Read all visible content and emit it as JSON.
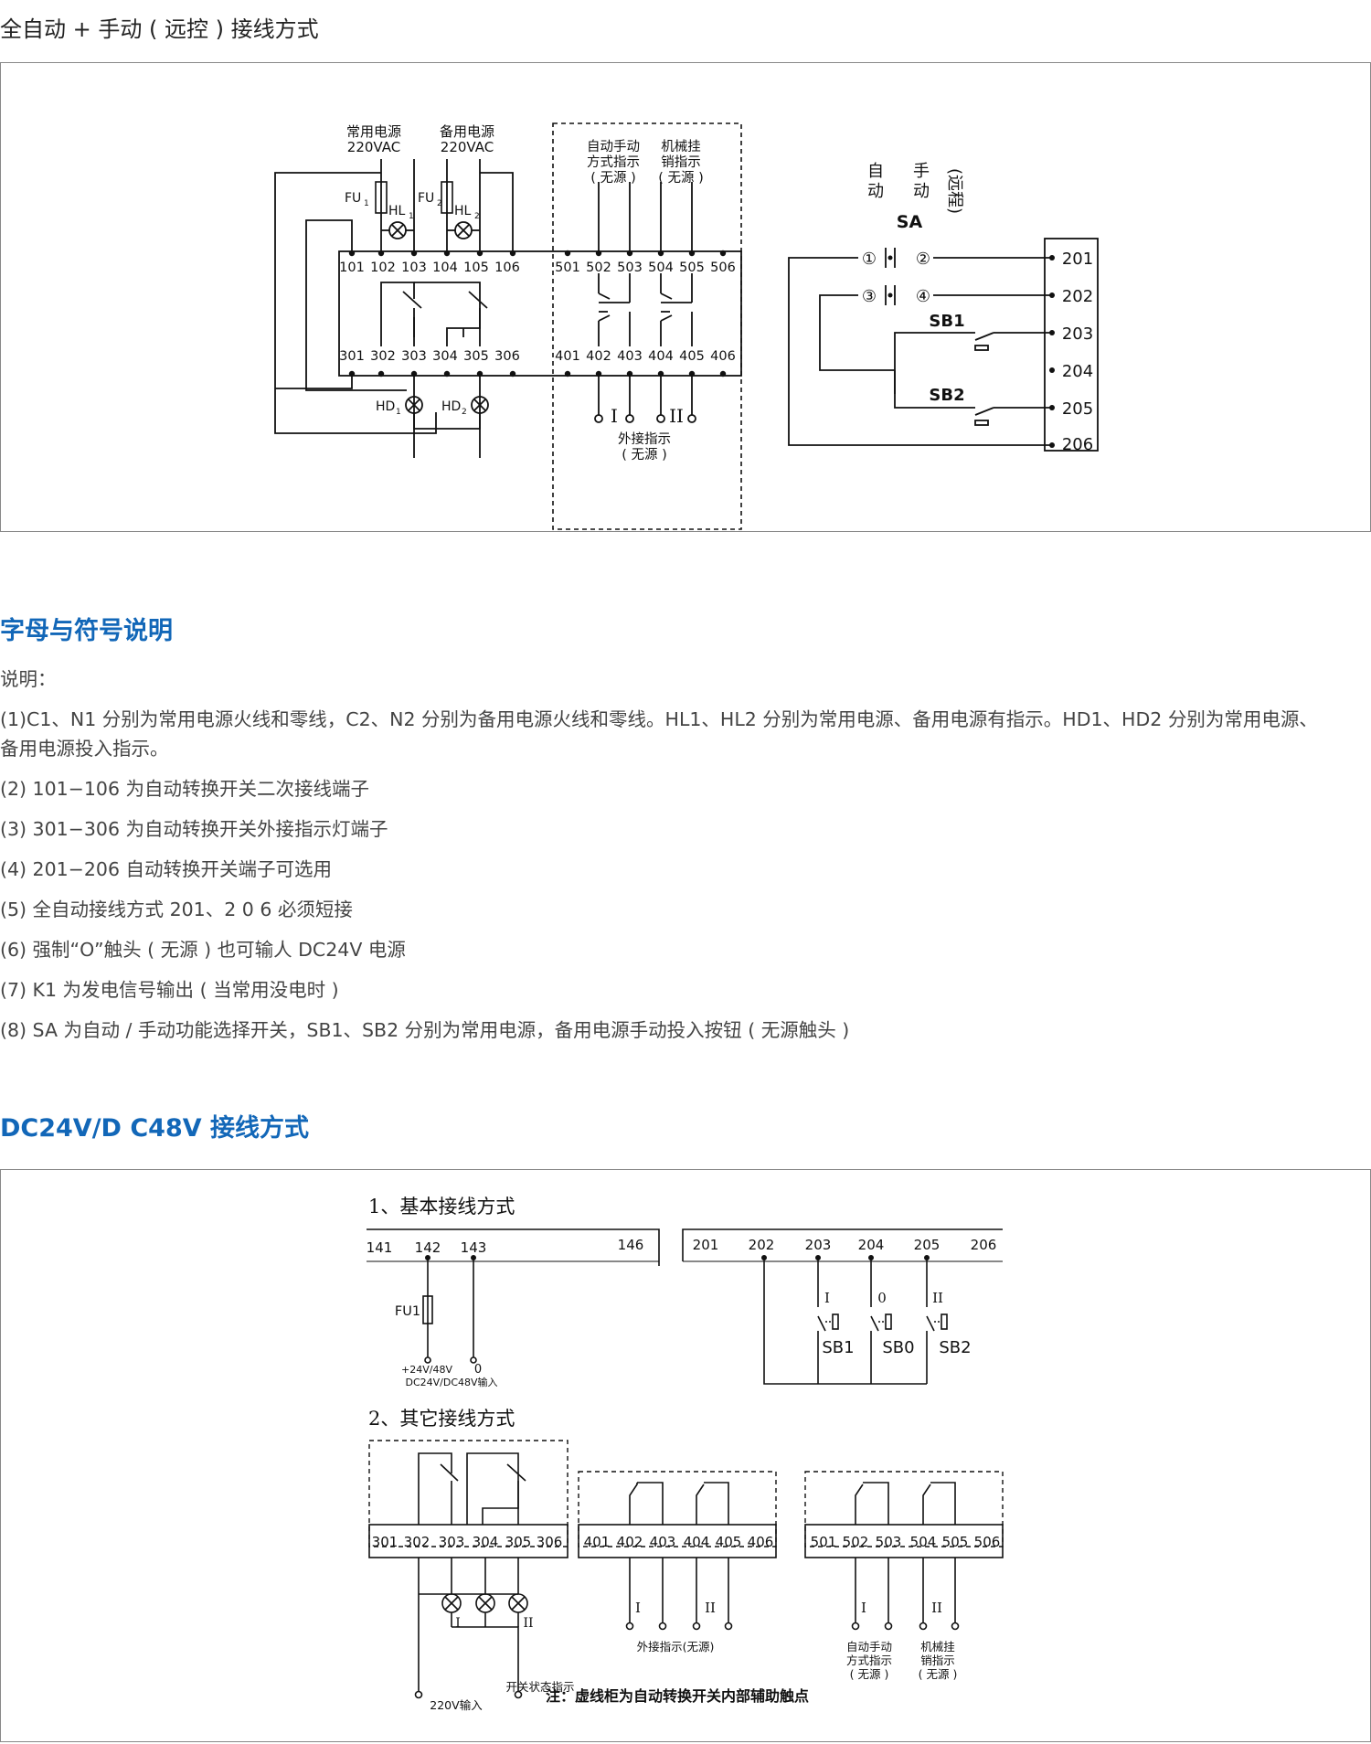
{
  "page_title": "全自动 + 手动 ( 远控 ) 接线方式",
  "diagram1": {
    "main_source": [
      "常用电源",
      "220VAC"
    ],
    "backup_source": [
      "备用电源",
      "220VAC"
    ],
    "fu1": "FU",
    "fu1_sub": "1",
    "fu2": "FU",
    "fu2_sub": "2",
    "hl1": "HL",
    "hl1_sub": "1",
    "hl2": "HL",
    "hl2_sub": "2",
    "hd1": "HD",
    "hd1_sub": "1",
    "hd2": "HD",
    "hd2_sub": "2",
    "top_terminals_a": [
      "101",
      "102",
      "103",
      "104",
      "105",
      "106"
    ],
    "top_terminals_b": [
      "501",
      "502",
      "503",
      "504",
      "505",
      "506"
    ],
    "bottom_terminals_a": [
      "301",
      "302",
      "303",
      "304",
      "305",
      "306"
    ],
    "bottom_terminals_b": [
      "401",
      "402",
      "403",
      "404",
      "405",
      "406"
    ],
    "auto_manual_ind": [
      "自动手动",
      "方式指示",
      "( 无源 )"
    ],
    "mech_ind": [
      "机械挂",
      "销指示",
      "( 无源 )"
    ],
    "roman_1": "I",
    "roman_2": "II",
    "ext_ind": [
      "外接指示",
      "( 无源 )"
    ],
    "sa_auto": [
      "自",
      "动"
    ],
    "sa_manual": [
      "手",
      "动"
    ],
    "sa_remote": "(远程)",
    "sa_label": "SA",
    "circ_1": "①",
    "circ_2": "②",
    "circ_3": "③",
    "circ_4": "④",
    "sb1": "SB1",
    "sb2": "SB2",
    "right_terminals": [
      "201",
      "202",
      "203",
      "204",
      "205",
      "206"
    ]
  },
  "section_symbols_heading": "字母与符号说明",
  "notes": [
    "说明：",
    "(1)C1、N1 分别为常用电源火线和零线，C2、N2 分别为备用电源火线和零线。HL1、HL2 分别为常用电源、备用电源有指示。HD1、HD2 分别为常用电源、",
    "备用电源投入指示。",
    "(2) 101−106 为自动转换开关二次接线端子",
    "(3) 301−306 为自动转换开关外接指示灯端子",
    "(4) 201−206 自动转换开关端子可选用",
    "(5) 全自动接线方式 201、2 0 6 必须短接",
    "(6) 强制“O”触头 ( 无源 ) 也可输人 DC24V 电源",
    "(7) K1 为发电信号输出 ( 当常用没电时 )",
    "(8) SA 为自动 ∕ 手动功能选择开关，SB1、SB2 分别为常用电源，备用电源手动投入按钮 ( 无源触头 )"
  ],
  "section_dc_heading": "DC24V/D C48V 接线方式",
  "diagram2": {
    "basic_title": "1、基本接线方式",
    "left_strip": [
      "141",
      "142",
      "143",
      "146"
    ],
    "right_strip": [
      "201",
      "202",
      "203",
      "204",
      "205",
      "206"
    ],
    "fu1": "FU1",
    "supply_plus": "+24V/48V",
    "supply_zero": "0",
    "supply_input": "DC24V/DC48V输入",
    "btn_marks": [
      "I",
      "0",
      "II"
    ],
    "buttons": [
      "SB1",
      "SB0",
      "SB2"
    ],
    "other_title": "2、其它接线方式",
    "strip_300": [
      "301",
      "302",
      "303",
      "304",
      "305",
      "306"
    ],
    "strip_400": [
      "401",
      "402",
      "403",
      "404",
      "405",
      "406"
    ],
    "strip_500": [
      "501",
      "502",
      "503",
      "504",
      "505",
      "506"
    ],
    "roman_1": "I",
    "roman_2": "II",
    "lamp_status": "开关状态指示",
    "input_220": "220V输入",
    "ext_ind": "外接指示(无源)",
    "auto_manual_ind": [
      "自动手动",
      "方式指示",
      "( 无源 )"
    ],
    "mech_ind": [
      "机械挂",
      "销指示",
      "( 无源 )"
    ],
    "note": "注：虚线柜为自动转换开关内部辅助触点"
  }
}
